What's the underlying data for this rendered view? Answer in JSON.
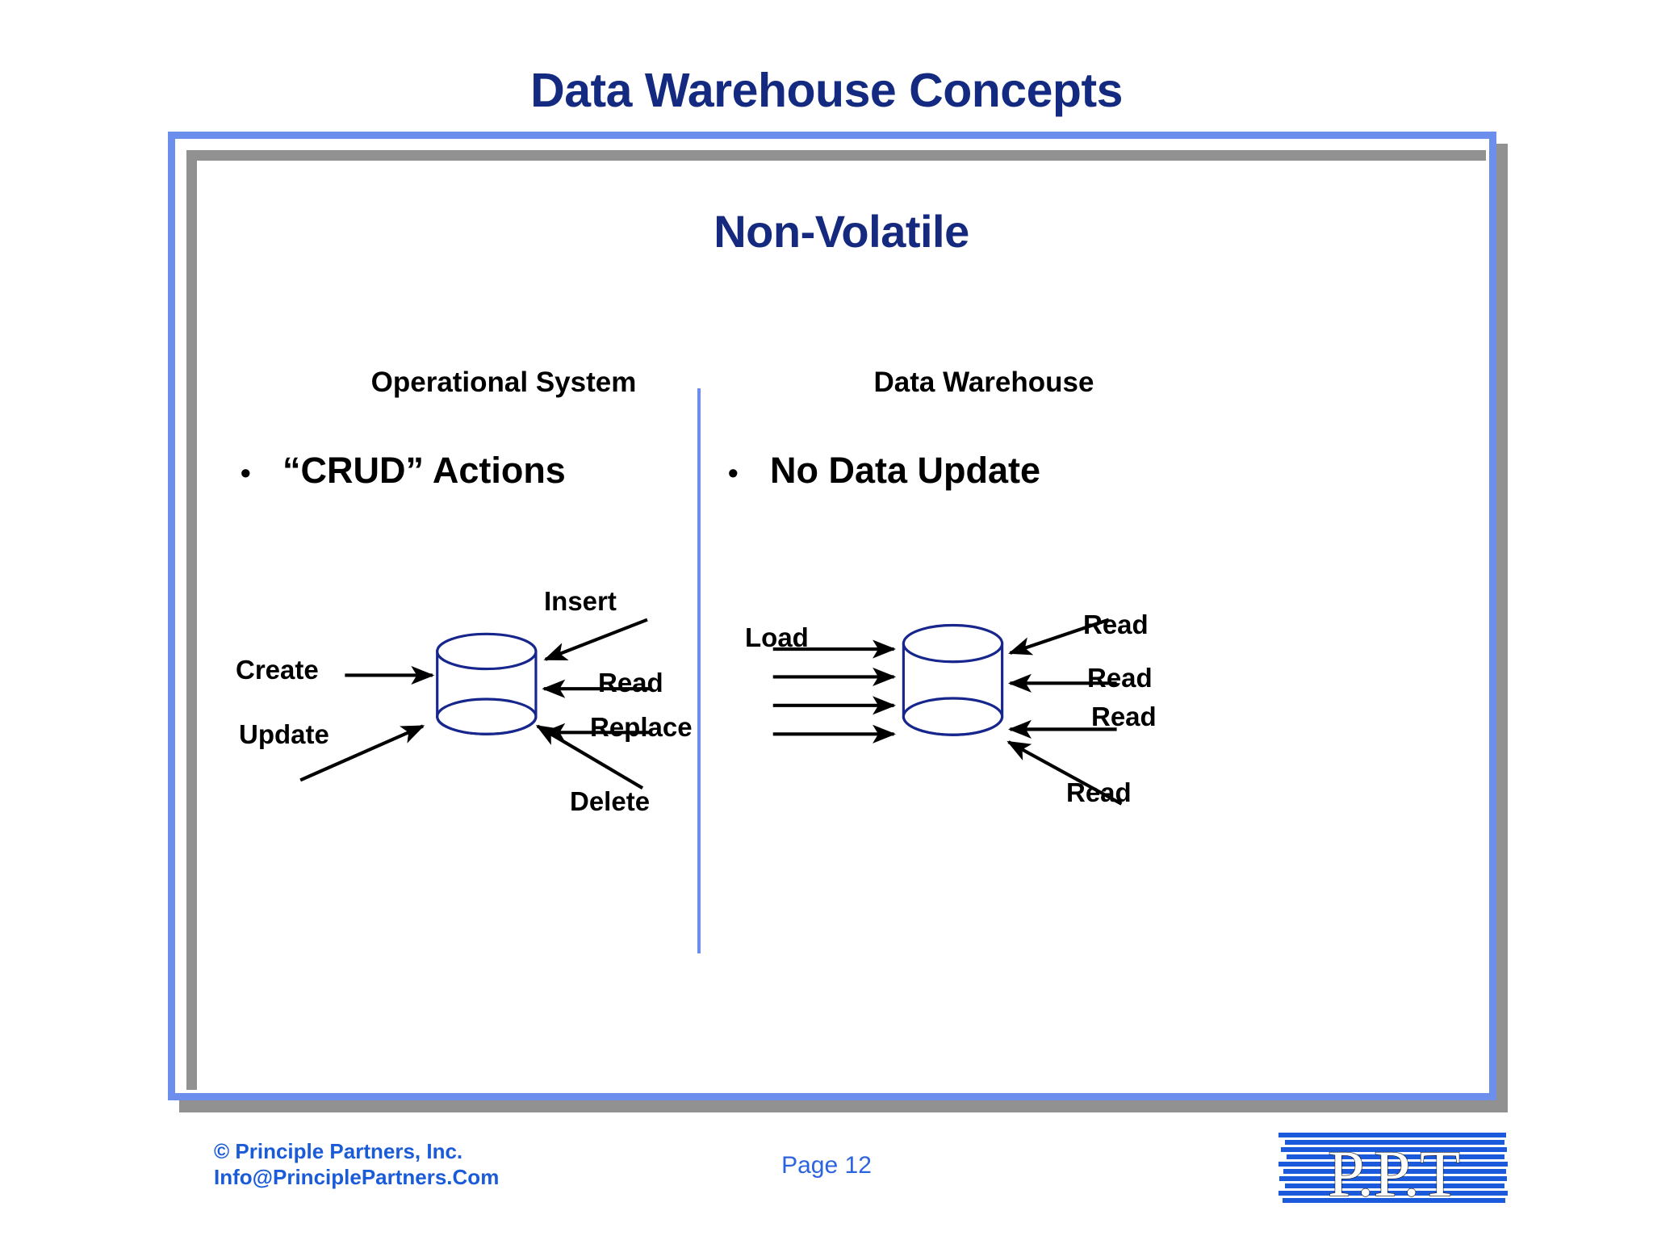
{
  "slide": {
    "title": "Data Warehouse Concepts",
    "subtitle": "Non-Volatile"
  },
  "colors": {
    "title_navy": "#132A80",
    "subtitle_navy": "#152A7E",
    "frame_blue": "#6C8FEE",
    "frame_gray": "#919191",
    "footer_blue": "#1A5BD8",
    "page_blue": "#2C63DE",
    "cylinder_outline": "#16268C",
    "arrow_black": "#000000"
  },
  "columns": {
    "left": {
      "heading": "Operational System",
      "bullet": {
        "marker": "•",
        "text": "“CRUD” Actions"
      },
      "diagram_labels": {
        "insert": "Insert",
        "create": "Create",
        "read": "Read",
        "update": "Update",
        "replace": "Replace",
        "delete": "Delete"
      }
    },
    "right": {
      "heading": "Data Warehouse",
      "bullet": {
        "marker": "•",
        "text": "No Data Update"
      },
      "diagram_labels": {
        "load": "Load",
        "read_1": "Read",
        "read_2": "Read",
        "read_3": "Read",
        "read_4": "Read"
      }
    }
  },
  "footer": {
    "copyright_line1": "© Principle Partners, Inc.",
    "copyright_line2": "Info@PrinciplePartners.Com",
    "page_label": "Page 12",
    "logo_text": "P.P.T"
  }
}
